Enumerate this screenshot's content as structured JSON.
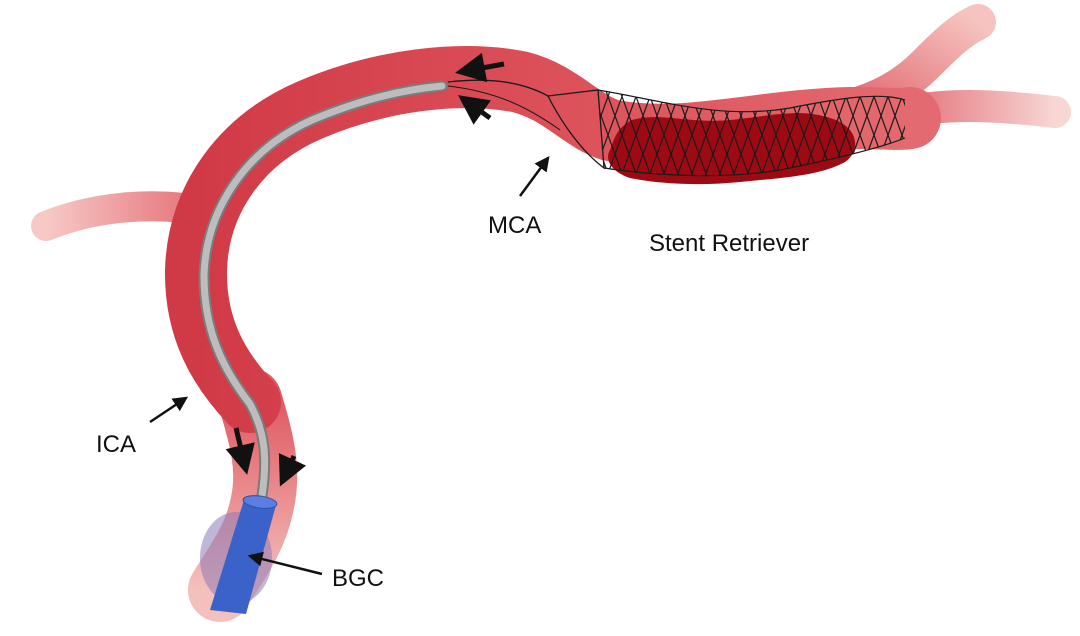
{
  "labels": {
    "mca": "MCA",
    "stent_retriever": "Stent Retriever",
    "ica": "ICA",
    "bgc": "BGC"
  },
  "colors": {
    "vessel": "#d6464f",
    "vessel_light": "#f0a4a4",
    "clot": "#9e0a14",
    "catheter": "#b8b8b8",
    "catheter_edge": "#7b7b7b",
    "guide_catheter": "#3a62c9",
    "balloon": "#8c7ab8",
    "arrow": "#111111"
  },
  "icons": {
    "flow_arrows": "arrow-icon",
    "label_pointers": "pointer-arrow-icon"
  }
}
